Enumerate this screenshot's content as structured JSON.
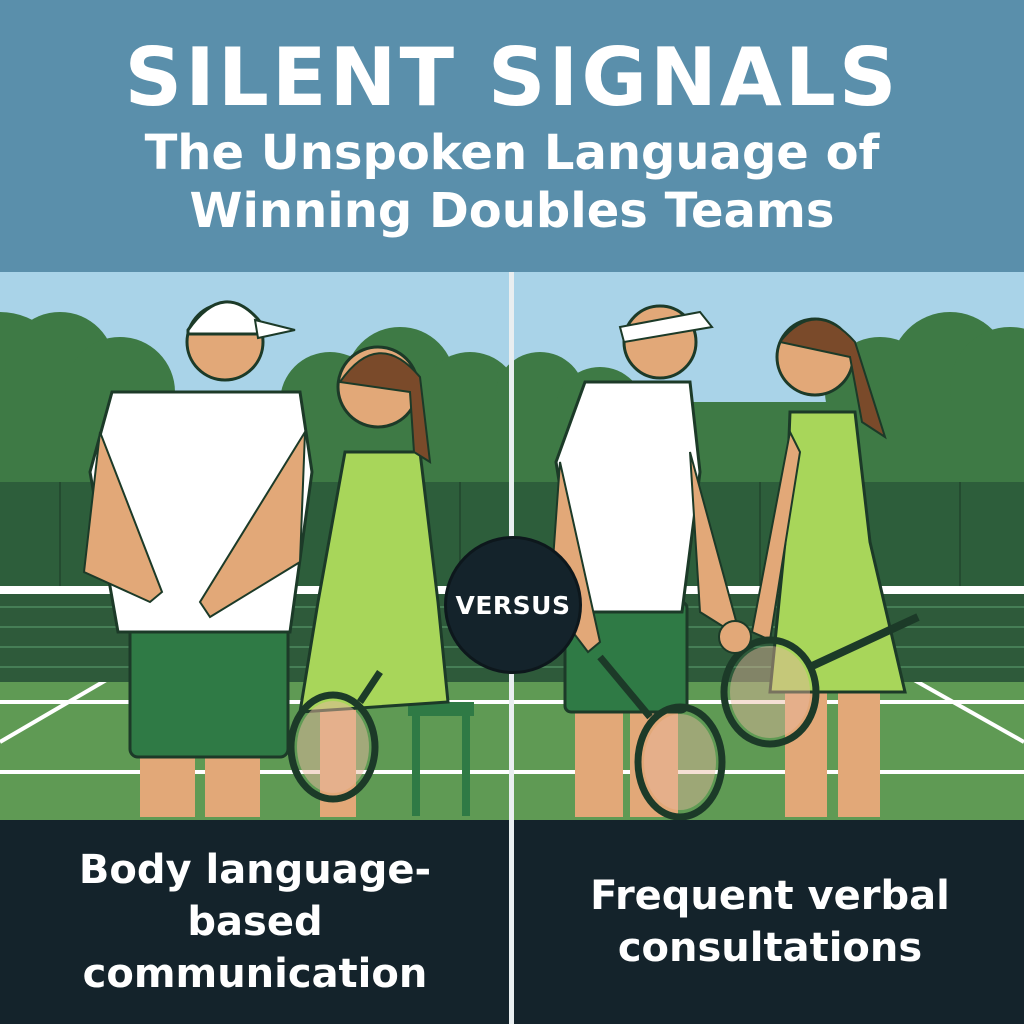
{
  "header": {
    "title": "SILENT SIGNALS",
    "subtitle_line1": "The Unspoken Language of",
    "subtitle_line2": "Winning Doubles Teams"
  },
  "versus_label": "VERSUS",
  "captions": {
    "left": "Body language-based communication",
    "right": "Frequent verbal consultations"
  },
  "colors": {
    "header_bg": "#5a8fab",
    "caption_bg": "#14232b",
    "court_green": "#5f9a54",
    "shirt_white": "#ffffff",
    "shorts_green": "#2f7a45",
    "dress_lime": "#a8d65a"
  }
}
